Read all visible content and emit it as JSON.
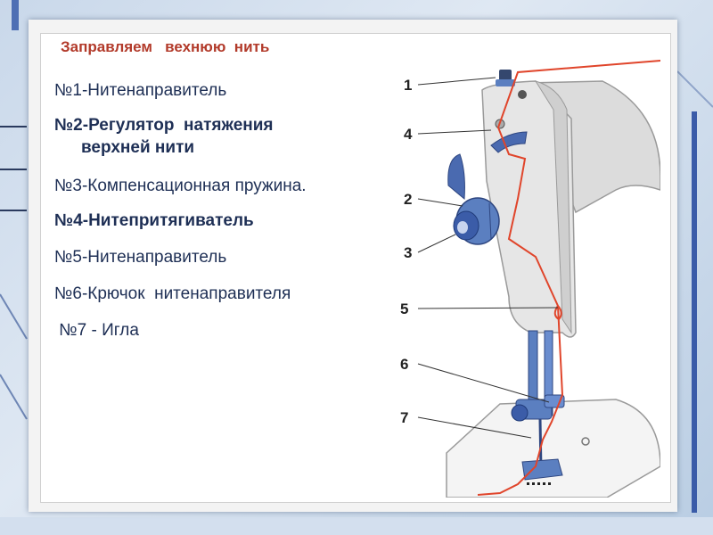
{
  "slide": {
    "title": "Заправляем   вехнюю  нить",
    "items": [
      {
        "text": "№1-Нитенаправитель",
        "bold": false
      },
      {
        "text": "№2-Регулятор  натяжения",
        "cont": "верхней нити",
        "bold": true
      },
      {
        "text": "№3-Компенсационная пружина.",
        "bold": false
      },
      {
        "text": "№4-Нитепритягиватель",
        "bold": true
      },
      {
        "text": "№5-Нитенаправитель",
        "bold": false
      },
      {
        "text": "№6-Крючок  нитенаправителя",
        "bold": false
      },
      {
        "text": " №7 - Игла",
        "bold": false
      }
    ]
  },
  "diagram": {
    "callouts": [
      "1",
      "4",
      "2",
      "3",
      "5",
      "6",
      "7"
    ]
  },
  "colors": {
    "title": "#b23a2a",
    "text": "#1e2f55",
    "thread": "#e0452b",
    "metal": "#5b7fc0"
  }
}
